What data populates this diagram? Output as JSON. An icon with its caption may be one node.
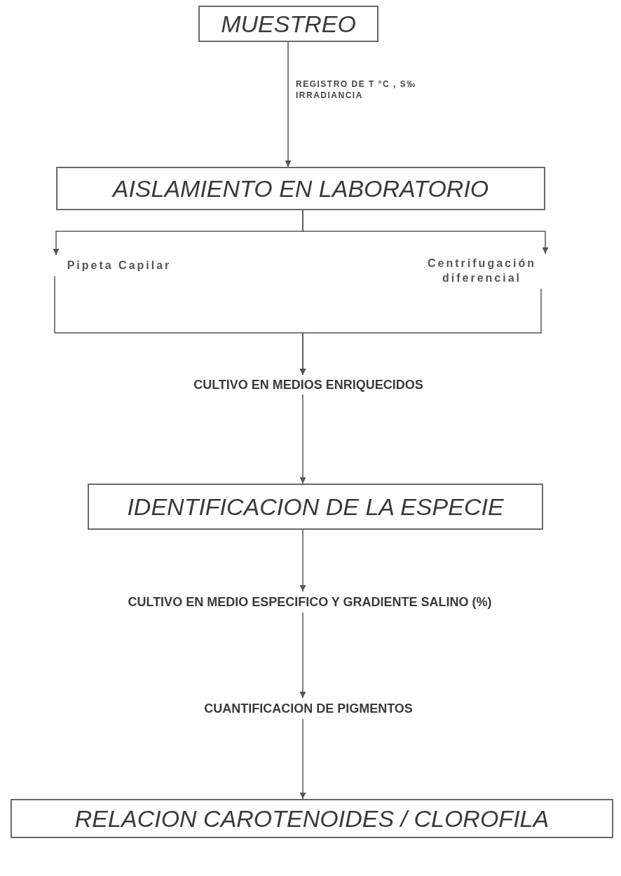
{
  "diagram": {
    "nodes": [
      {
        "text": [
          "MUESTREO"
        ]
      },
      {
        "text": [
          "AISLAMIENTO EN LABORATORIO"
        ]
      },
      {
        "text": [
          "Pipeta Capilar"
        ]
      },
      {
        "text": [
          "Centrifugación diferencial"
        ]
      },
      {
        "text": [
          "CULTIVO EN MEDIOS ENRIQUECIDOS"
        ]
      },
      {
        "text": [
          "IDENTIFICACION DE LA ESPECIE"
        ]
      },
      {
        "text": [
          "CULTIVO EN MEDIO ESPECIFICO Y GRADIENTE SALINO (%)"
        ]
      },
      {
        "text": [
          "CUANTIFICACION DE PIGMENTOS"
        ]
      },
      {
        "text": [
          "RELACION CAROTENOIDES / CLOROFILA"
        ]
      }
    ],
    "edges": [
      {
        "from": 0,
        "to": 1,
        "arrow": "to",
        "label": "REGISTRO DE T °C , S‰ IRRADIANCIA"
      },
      {
        "from": 1,
        "to": 2,
        "arrow": "to"
      },
      {
        "from": 1,
        "to": 3,
        "arrow": "to"
      },
      {
        "from": 2,
        "to": 4,
        "arrow": "to"
      },
      {
        "from": 3,
        "to": 4,
        "arrow": "to"
      },
      {
        "from": 4,
        "to": 5,
        "arrow": "to"
      },
      {
        "from": 5,
        "to": 6,
        "arrow": "to"
      },
      {
        "from": 6,
        "to": 7,
        "arrow": "to"
      },
      {
        "from": 7,
        "to": 8,
        "arrow": "to"
      }
    ]
  }
}
